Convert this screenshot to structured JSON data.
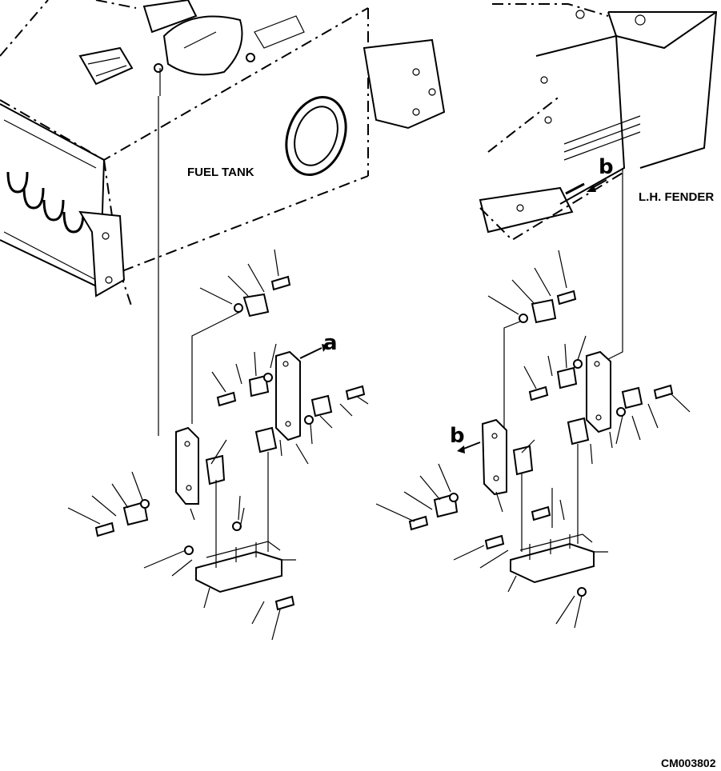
{
  "labels": {
    "fuel_tank": "FUEL TANK",
    "lh_fender": "L.H. FENDER",
    "drawing_code": "CM003802"
  },
  "refs": {
    "a": "a",
    "b_left": "b",
    "b_right": "b"
  },
  "colors": {
    "line": "#000000",
    "background": "#ffffff"
  }
}
